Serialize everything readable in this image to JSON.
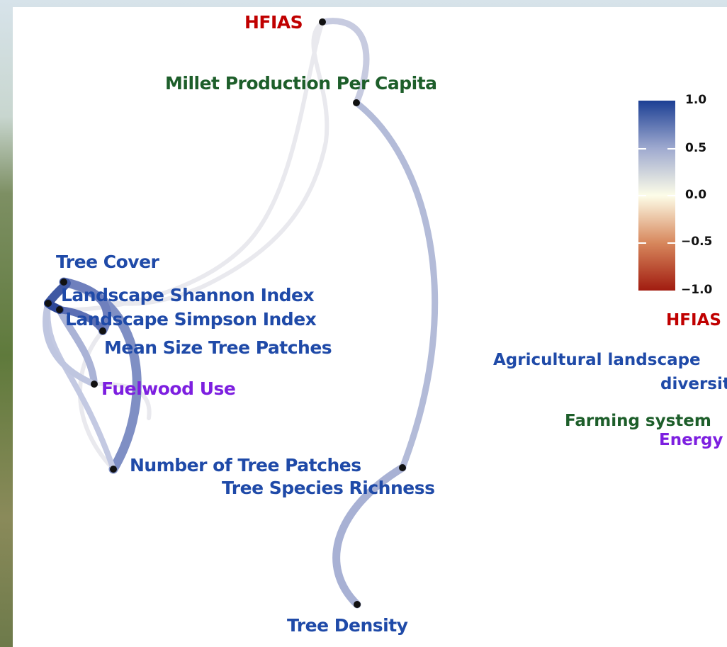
{
  "nodes": [
    {
      "id": "hfias",
      "label": "HFIAS",
      "group": "HFIAS"
    },
    {
      "id": "millet",
      "label": "Millet Production Per Capita",
      "group": "Farming system"
    },
    {
      "id": "tree_cover",
      "label": "Tree Cover",
      "group": "Agricultural landscape diversity"
    },
    {
      "id": "shannon",
      "label": "Landscape Shannon Index",
      "group": "Agricultural landscape diversity"
    },
    {
      "id": "simpson",
      "label": "Landscape Simpson Index",
      "group": "Agricultural landscape diversity"
    },
    {
      "id": "mean_size",
      "label": "Mean Size Tree Patches",
      "group": "Agricultural landscape diversity"
    },
    {
      "id": "fuelwood",
      "label": "Fuelwood Use",
      "group": "Energy"
    },
    {
      "id": "num_patches",
      "label": "Number of Tree Patches",
      "group": "Agricultural landscape diversity"
    },
    {
      "id": "richness",
      "label": "Tree Species Richness",
      "group": "Agricultural landscape diversity"
    },
    {
      "id": "density",
      "label": "Tree Density",
      "group": "Agricultural landscape diversity"
    }
  ],
  "colorbar": {
    "ticks": [
      "1.0",
      "0.5",
      "0.0",
      "−0.5",
      "−1.0"
    ],
    "colors": {
      "high": "#1c3f94",
      "mid": "#fdfde8",
      "low": "#a11c10"
    }
  },
  "legend": {
    "groups": [
      {
        "name": "HFIAS",
        "color": "#c00000"
      },
      {
        "name": "Agricultural landscape",
        "name_line2": "diversity",
        "color": "#1f4aa8"
      },
      {
        "name": "Farming system",
        "color": "#1d5e2a"
      },
      {
        "name": "Energy",
        "color": "#7d1fe0"
      }
    ]
  }
}
